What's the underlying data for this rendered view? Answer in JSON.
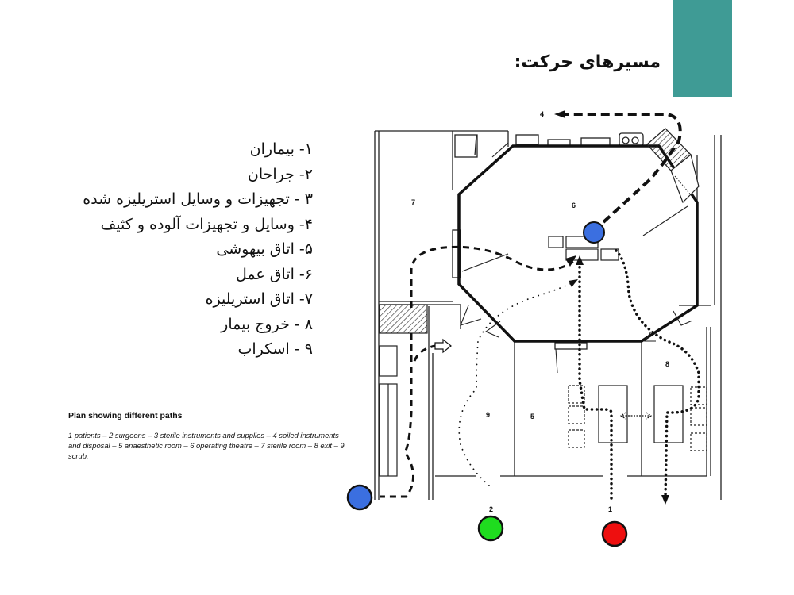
{
  "colors": {
    "accent": "#3f9b95",
    "marker_blue": "#3b6fe0",
    "marker_green": "#1fdc1f",
    "marker_red": "#ee0f0f"
  },
  "slide": {
    "title": "مسیرهای حرکت:",
    "legend": [
      "۱- بیماران",
      "۲- جراحان",
      "۳ - تجهیزات و وسایل استریلیزه شده",
      "۴- وسایل و تجهیزات آلوده و کثیف",
      "۵- اتاق بیهوشی",
      "۶- اتاق عمل",
      "۷- اتاق استریلیزه",
      "۸ - خروج بیمار",
      "۹ - اسکراب"
    ]
  },
  "plan": {
    "caption_title": "Plan showing different paths",
    "caption_text": "1 patients – 2 surgeons – 3 sterile instruments and supplies – 4 soiled instruments and disposal – 5 anaesthetic room – 6 operating theatre – 7 sterile room – 8 exit – 9 scrub.",
    "room_labels": {
      "sterile_room": "7",
      "theatre": "6",
      "scrub": "9",
      "anaesthetic": "5",
      "exit": "8"
    },
    "path_labels": {
      "soiled": "4",
      "surgeons": "2",
      "patients": "1"
    },
    "markers": [
      "sterile-supplies-marker",
      "soiled-marker",
      "surgeons-marker",
      "patients-marker"
    ]
  }
}
